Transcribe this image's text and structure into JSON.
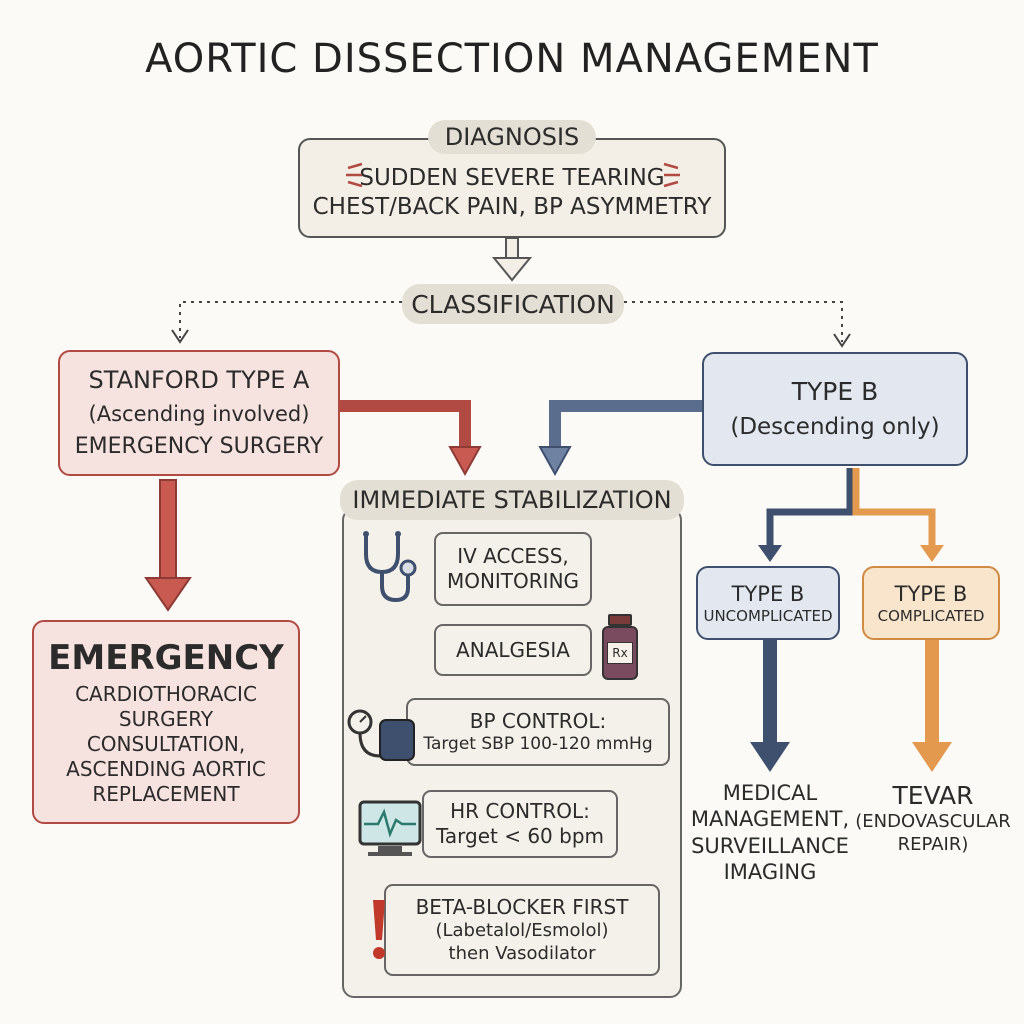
{
  "title": "AORTIC DISSECTION MANAGEMENT",
  "diagnosis": {
    "label": "DIAGNOSIS",
    "lines": [
      "SUDDEN SEVERE TEARING",
      "CHEST/BACK PAIN, BP ASYMMETRY"
    ]
  },
  "classification": {
    "label": "CLASSIFICATION"
  },
  "type_a": {
    "lines": [
      "STANFORD TYPE A",
      "(Ascending involved)",
      "EMERGENCY SURGERY"
    ],
    "outcome": {
      "heading": "EMERGENCY",
      "lines": [
        "CARDIOTHORACIC",
        "SURGERY",
        "CONSULTATION,",
        "ASCENDING AORTIC",
        "REPLACEMENT"
      ]
    }
  },
  "type_b": {
    "lines": [
      "TYPE B",
      "(Descending only)"
    ],
    "uncomplicated": {
      "lines": [
        "TYPE B",
        "UNCOMPLICATED"
      ]
    },
    "complicated": {
      "lines": [
        "TYPE B",
        "COMPLICATED"
      ]
    },
    "medical": {
      "lines": [
        "MEDICAL",
        "MANAGEMENT,",
        "SURVEILLANCE",
        "IMAGING"
      ]
    },
    "tevar": {
      "lines": [
        "TEVAR",
        "(ENDOVASCULAR",
        "REPAIR)"
      ]
    }
  },
  "stabilization": {
    "label": "IMMEDIATE STABILIZATION",
    "steps": [
      {
        "lines": [
          "IV ACCESS,",
          "MONITORING"
        ],
        "icon": "stethoscope-icon"
      },
      {
        "lines": [
          "ANALGESIA"
        ],
        "icon": "medicine-bottle-icon",
        "rx": "Rx"
      },
      {
        "lines": [
          "BP CONTROL:",
          "Target SBP 100-120 mmHg"
        ],
        "icon": "blood-pressure-cuff-icon"
      },
      {
        "lines": [
          "HR CONTROL:",
          "Target < 60 bpm"
        ],
        "icon": "heart-monitor-icon"
      },
      {
        "lines": [
          "BETA-BLOCKER FIRST",
          "(Labetalol/Esmolol)",
          "then Vasodilator"
        ],
        "icon": "exclamation-icon"
      }
    ]
  },
  "colors": {
    "red": "#b24a44",
    "blue": "#3f4f6e",
    "orange": "#e39a4f",
    "gray": "#555555"
  }
}
